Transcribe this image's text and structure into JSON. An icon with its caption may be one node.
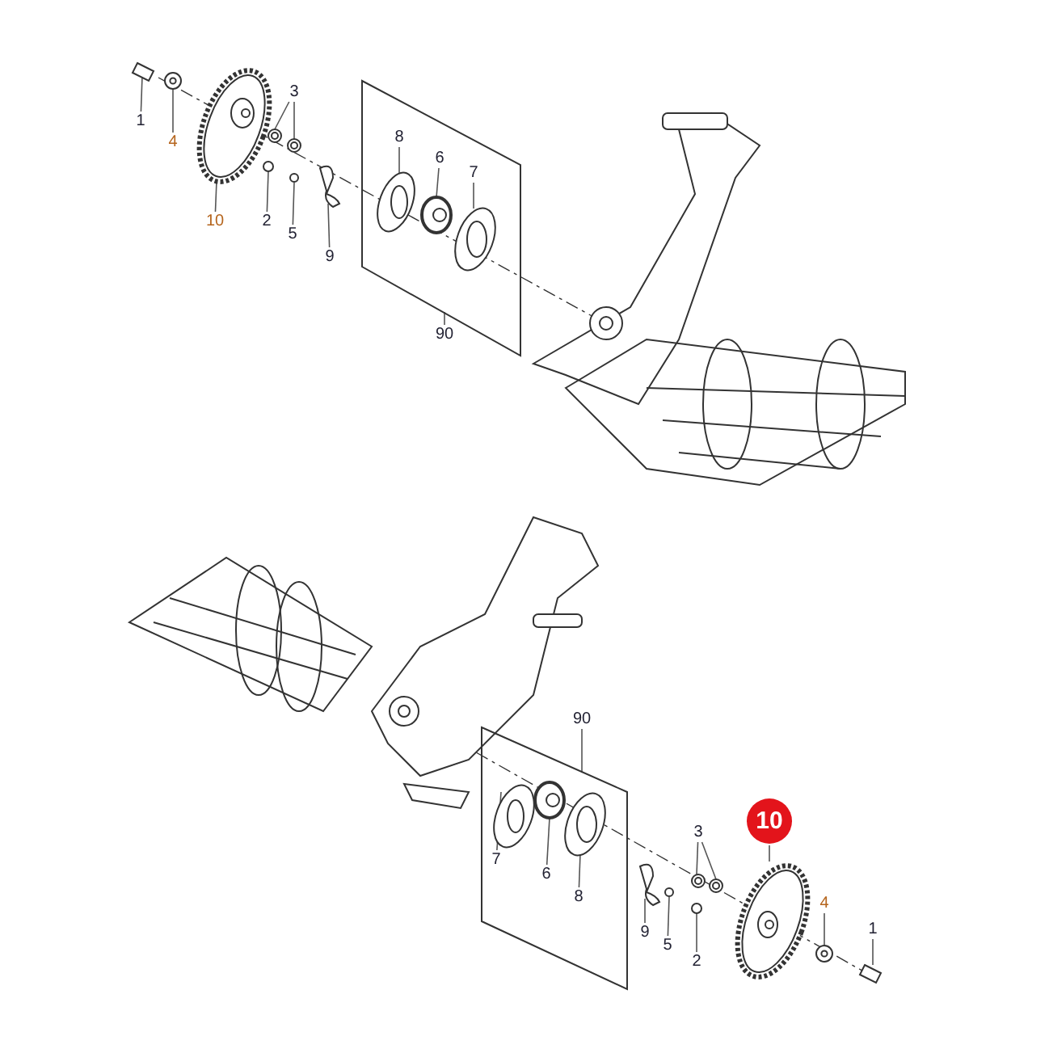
{
  "diagram": {
    "nodes": [
      {
        "text": [
          "3"
        ]
      },
      {
        "text": [
          "1"
        ]
      },
      {
        "text": [
          "8"
        ],
        "in": 33
      },
      {
        "text": [
          "4"
        ]
      },
      {
        "text": [
          "6"
        ],
        "in": 33
      },
      {
        "text": [
          "7"
        ],
        "in": 33
      },
      {
        "text": [
          "2"
        ]
      },
      {
        "text": [
          "10"
        ]
      },
      {
        "text": [
          "5"
        ]
      },
      {
        "text": [
          "9"
        ]
      },
      {
        "text": [
          "90"
        ]
      },
      {
        "text": [
          "90"
        ]
      },
      {
        "text": [
          "10"
        ]
      },
      {
        "text": [
          "3"
        ]
      },
      {
        "text": [
          "7"
        ],
        "in": 34
      },
      {
        "text": [
          "6"
        ],
        "in": 34
      },
      {
        "text": [
          "8"
        ],
        "in": 34
      },
      {
        "text": [
          "4"
        ]
      },
      {
        "text": [
          "1"
        ]
      },
      {
        "text": [
          "9"
        ]
      },
      {
        "text": [
          "5"
        ]
      },
      {
        "text": [
          "2"
        ]
      },
      {
        "text": [],
        "shape": "circle"
      },
      {
        "text": [],
        "shape": "circle"
      },
      {
        "text": [],
        "shape": "box"
      },
      {
        "text": [],
        "shape": "picture",
        "in": 33
      },
      {
        "text": [],
        "shape": "circle"
      },
      {
        "text": [],
        "shape": "picture",
        "in": 33
      },
      {
        "text": [],
        "shape": "picture",
        "in": 33
      },
      {
        "text": [],
        "shape": "circle"
      },
      {
        "text": [],
        "shape": "picture"
      },
      {
        "text": [],
        "shape": "circle"
      },
      {
        "text": [],
        "shape": "picture"
      },
      {
        "text": [],
        "shape": "box"
      },
      {
        "text": [],
        "shape": "box"
      },
      {
        "text": [],
        "shape": "picture"
      },
      {
        "text": [],
        "shape": "circle"
      },
      {
        "text": [],
        "shape": "circle"
      },
      {
        "text": [],
        "shape": "picture",
        "in": 34
      },
      {
        "text": [],
        "shape": "picture",
        "in": 34
      },
      {
        "text": [],
        "shape": "picture",
        "in": 34
      },
      {
        "text": [],
        "shape": "circle"
      },
      {
        "text": [],
        "shape": "box"
      },
      {
        "text": [],
        "shape": "picture"
      },
      {
        "text": [],
        "shape": "circle"
      },
      {
        "text": [],
        "shape": "circle"
      }
    ],
    "edges": [
      {
        "from": 0,
        "to": 22,
        "arrow": "none"
      },
      {
        "from": 0,
        "to": 23,
        "arrow": "none"
      },
      {
        "from": 1,
        "to": 24,
        "arrow": "none"
      },
      {
        "from": 2,
        "to": 25,
        "arrow": "none"
      },
      {
        "from": 3,
        "to": 26,
        "arrow": "none"
      },
      {
        "from": 4,
        "to": 27,
        "arrow": "none"
      },
      {
        "from": 5,
        "to": 28,
        "arrow": "none"
      },
      {
        "from": 6,
        "to": 29,
        "arrow": "none"
      },
      {
        "from": 7,
        "to": 30,
        "arrow": "none"
      },
      {
        "from": 8,
        "to": 31,
        "arrow": "none"
      },
      {
        "from": 9,
        "to": 32,
        "arrow": "none"
      },
      {
        "from": 10,
        "to": 33,
        "arrow": "none"
      },
      {
        "from": 11,
        "to": 34,
        "arrow": "none"
      },
      {
        "from": 12,
        "to": 35,
        "arrow": "none"
      },
      {
        "from": 13,
        "to": 36,
        "arrow": "none"
      },
      {
        "from": 13,
        "to": 37,
        "arrow": "none"
      },
      {
        "from": 14,
        "to": 38,
        "arrow": "none"
      },
      {
        "from": 15,
        "to": 39,
        "arrow": "none"
      },
      {
        "from": 16,
        "to": 40,
        "arrow": "none"
      },
      {
        "from": 17,
        "to": 41,
        "arrow": "none"
      },
      {
        "from": 18,
        "to": 42,
        "arrow": "none"
      },
      {
        "from": 19,
        "to": 43,
        "arrow": "none"
      },
      {
        "from": 20,
        "to": 44,
        "arrow": "none"
      },
      {
        "from": 21,
        "to": 45,
        "arrow": "none"
      }
    ]
  }
}
